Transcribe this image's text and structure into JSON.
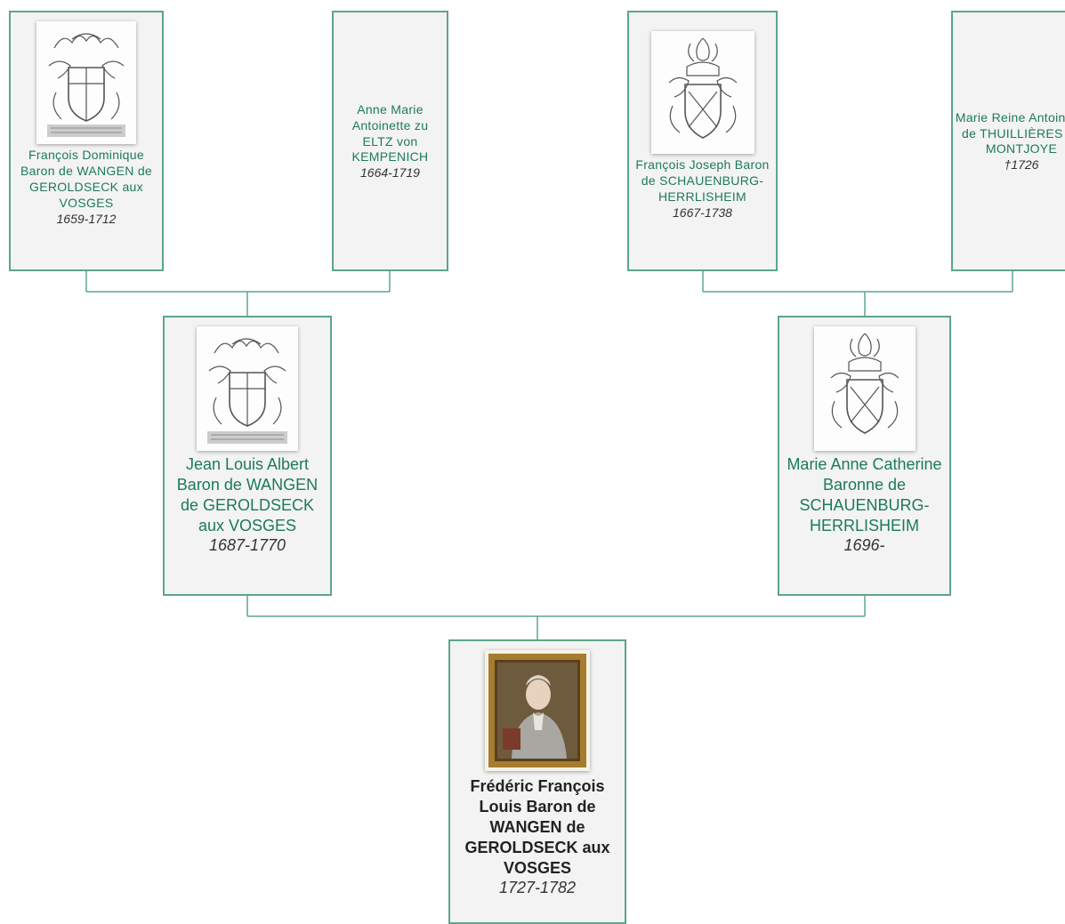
{
  "tree": {
    "root": {
      "name": "Frédéric François Louis Baron de WANGEN de GEROLDSECK aux VOSGES",
      "dates": "1727-1782",
      "image": "portrait-painting"
    },
    "father": {
      "name": "Jean Louis Albert Baron de WANGEN de GEROLDSECK aux VOSGES",
      "dates": "1687-1770",
      "image": "coat-of-arms"
    },
    "mother": {
      "name": "Marie Anne Catherine Baronne de SCHAUENBURG-HERRLISHEIM",
      "dates": "1696-",
      "image": "coat-of-arms"
    },
    "paternal_grandfather": {
      "name": "François Dominique Baron de WANGEN de GEROLDSECK aux VOSGES",
      "dates": "1659-1712",
      "image": "coat-of-arms"
    },
    "paternal_grandmother": {
      "name": "Anne Marie Antoinette zu ELTZ von KEMPENICH",
      "dates": "1664-1719"
    },
    "maternal_grandfather": {
      "name": "François Joseph Baron de SCHAUENBURG-HERRLISHEIM",
      "dates": "1667-1738",
      "image": "coat-of-arms"
    },
    "maternal_grandmother": {
      "name": "Marie Reine Antoinette de THUILLIÈRES de MONTJOYE",
      "dates": "†1726"
    }
  },
  "colors": {
    "border": "#5da58a",
    "text": "#1c7a5a",
    "connector": "#5da58a",
    "card_bg": "#f3f3f3"
  }
}
